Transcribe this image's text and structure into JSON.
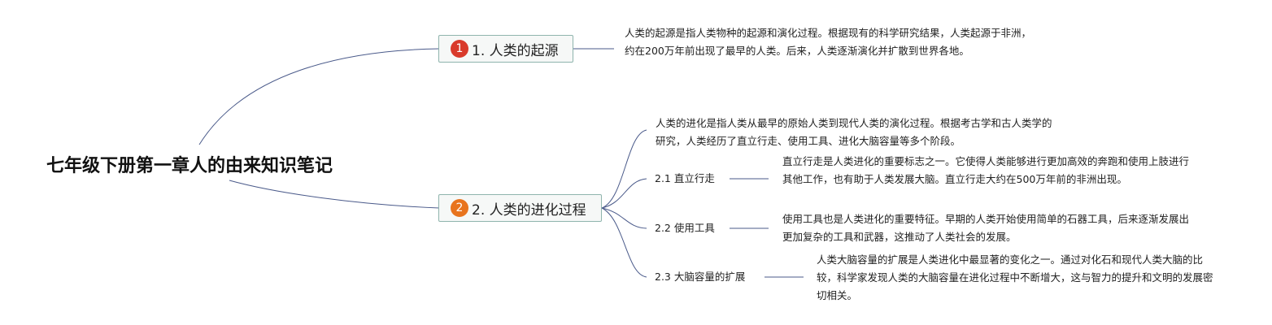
{
  "root": {
    "title": "七年级下册第一章人的由来知识笔记"
  },
  "topics": [
    {
      "number": "1",
      "label": "1. 人类的起源",
      "badge_color": "#d93a2b",
      "note": "人类的起源是指人类物种的起源和演化过程。根据现有的科学研究结果，人类起源于非洲，约在200万年前出现了最早的人类。后来，人类逐渐演化并扩散到世界各地。"
    },
    {
      "number": "2",
      "label": "2. 人类的进化过程",
      "badge_color": "#e8741e",
      "note": "人类的进化是指人类从最早的原始人类到现代人类的演化过程。根据考古学和古人类学的研究，人类经历了直立行走、使用工具、进化大脑容量等多个阶段。",
      "subtopics": [
        {
          "label": "2.1 直立行走",
          "note": "直立行走是人类进化的重要标志之一。它使得人类能够进行更加高效的奔跑和使用上肢进行其他工作，也有助于人类发展大脑。直立行走大约在500万年前的非洲出现。"
        },
        {
          "label": "2.2 使用工具",
          "note": "使用工具也是人类进化的重要特征。早期的人类开始使用简单的石器工具，后来逐渐发展出更加复杂的工具和武器，这推动了人类社会的发展。"
        },
        {
          "label": "2.3 大脑容量的扩展",
          "note": "人类大脑容量的扩展是人类进化中最显著的变化之一。通过对化石和现代人类大脑的比较，科学家发现人类的大脑容量在进化过程中不断增大，这与智力的提升和文明的发展密切相关。"
        }
      ]
    }
  ]
}
